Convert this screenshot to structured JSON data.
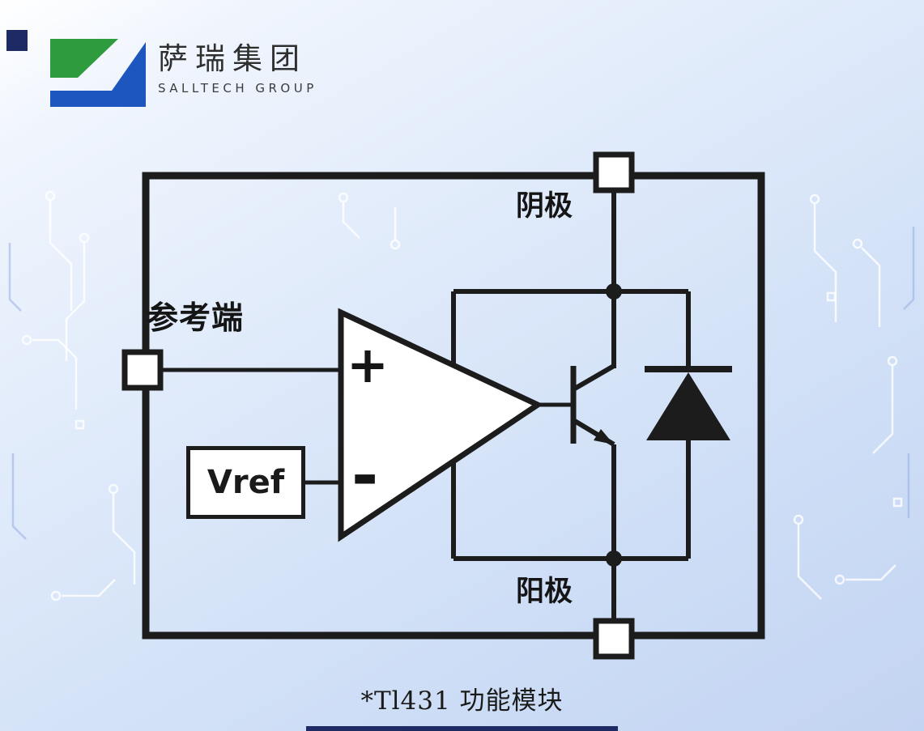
{
  "logo": {
    "company_name_cn": "萨瑞集团",
    "company_name_en": "SALLTECH GROUP"
  },
  "diagram": {
    "labels": {
      "reference": "参考端",
      "cathode": "阴极",
      "anode": "阳极"
    },
    "vref_label": "Vref",
    "opamp_plus": "+",
    "opamp_minus": "-",
    "caption": "*Tl431 功能模块"
  },
  "colors": {
    "logo_green": "#2e9b3e",
    "logo_blue": "#1e56c0",
    "line_black": "#1c1c1c",
    "accent_navy": "#1d2a63",
    "background_top": "#ffffff",
    "background_bottom": "#c3d4f2"
  }
}
